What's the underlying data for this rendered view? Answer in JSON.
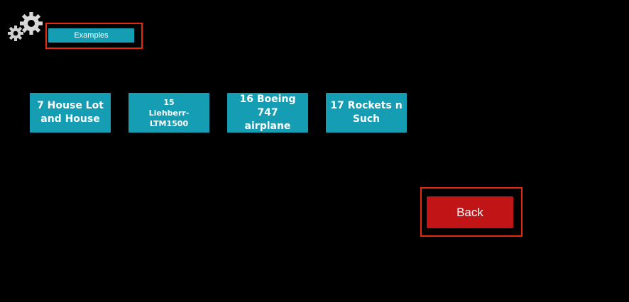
{
  "header": {
    "settings_icon": "gears-icon",
    "examples_label": "Examples"
  },
  "examples": [
    {
      "line1": "7 House Lot",
      "line2": "and House"
    },
    {
      "line1": "15",
      "line2": "Liehberr-LTM1500"
    },
    {
      "line1": "16 Boeing 747",
      "line2": "airplane"
    },
    {
      "line1": "17 Rockets n",
      "line2": "Such"
    }
  ],
  "footer": {
    "back_label": "Back"
  },
  "colors": {
    "background": "#000000",
    "tile": "#149db3",
    "back_button": "#c01417",
    "highlight": "#e62a10"
  }
}
